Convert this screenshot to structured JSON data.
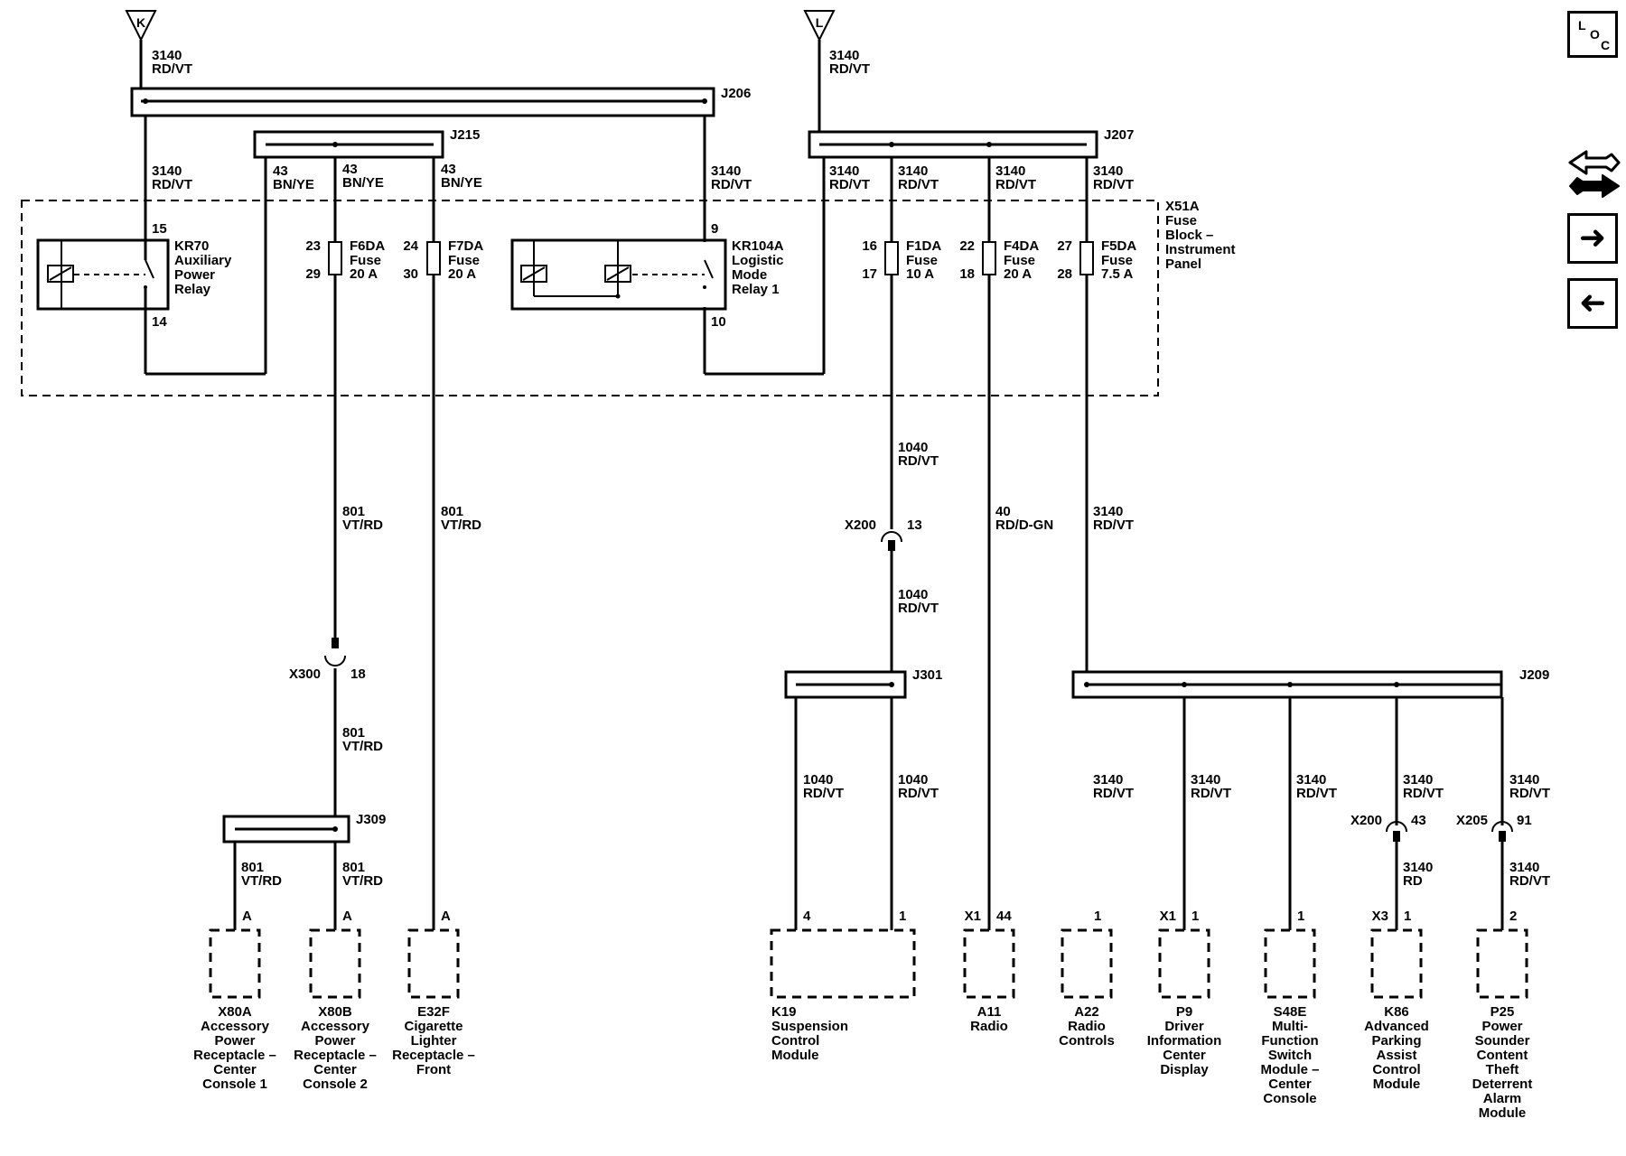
{
  "side_panel": {
    "loc_l": "L",
    "loc_o": "O",
    "loc_c": "C",
    "next_icon": "right-arrow-icon",
    "prev_icon": "left-arrow-icon",
    "swap_icon": "swap-arrows-icon"
  },
  "grounds": {
    "k": "K",
    "l": "L"
  },
  "connectors": {
    "j206": "J206",
    "j215": "J215",
    "j207": "J207",
    "j301": "J301",
    "j209": "J209",
    "j309": "J309",
    "x51a": "X51A Fuse Block – Instrument Panel"
  },
  "wires": {
    "c3140": "3140",
    "rdvt": "RD/VT",
    "c43": "43",
    "bnye": "BN/YE",
    "c801": "801",
    "vtrd": "VT/RD",
    "c1040": "1040",
    "c40": "40",
    "rddgn": "RD/D-GN",
    "rd": "RD"
  },
  "relays": {
    "kr70": [
      "KR70",
      "Auxiliary",
      "Power",
      "Relay"
    ],
    "kr104a": [
      "KR104A",
      "Logistic",
      "Mode",
      "Relay 1"
    ]
  },
  "fuses": [
    {
      "name": "F6DA",
      "rating": "20 A",
      "pin_in": "23",
      "pin_out": "29"
    },
    {
      "name": "F7DA",
      "rating": "20 A",
      "pin_in": "24",
      "pin_out": "30"
    },
    {
      "name": "F1DA",
      "rating": "10 A",
      "pin_in": "16",
      "pin_out": "17"
    },
    {
      "name": "F4DA",
      "rating": "20 A",
      "pin_in": "22",
      "pin_out": "18"
    },
    {
      "name": "F5DA",
      "rating": "7.5 A",
      "pin_in": "27",
      "pin_out": "28"
    }
  ],
  "fuse_word": "Fuse",
  "pins": {
    "p15": "15",
    "p14": "14",
    "p9": "9",
    "p10": "10",
    "a": "A",
    "p4": "4",
    "p1": "1",
    "p44": "44",
    "p2": "2",
    "p13": "13",
    "p18": "18",
    "p43": "43",
    "p91": "91"
  },
  "inline": {
    "x200": "X200",
    "x300": "X300",
    "x205": "X205",
    "x1": "X1",
    "x3": "X3"
  },
  "modules": [
    [
      "X80A",
      "Accessory",
      "Power",
      "Receptacle –",
      "Center",
      "Console 1"
    ],
    [
      "X80B",
      "Accessory",
      "Power",
      "Receptacle –",
      "Center",
      "Console 2"
    ],
    [
      "E32F",
      "Cigarette",
      "Lighter",
      "Receptacle –",
      "Front"
    ],
    [
      "K19",
      "Suspension",
      "Control",
      "Module"
    ],
    [
      "A11",
      "Radio"
    ],
    [
      "A22",
      "Radio",
      "Controls"
    ],
    [
      "P9",
      "Driver",
      "Information",
      "Center",
      "Display"
    ],
    [
      "S48E",
      "Multi-",
      "Function",
      "Switch",
      "Module –",
      "Center",
      "Console"
    ],
    [
      "K86",
      "Advanced",
      "Parking",
      "Assist",
      "Control",
      "Module"
    ],
    [
      "P25",
      "Power",
      "Sounder",
      "Content",
      "Theft",
      "Deterrent",
      "Alarm",
      "Module"
    ]
  ]
}
